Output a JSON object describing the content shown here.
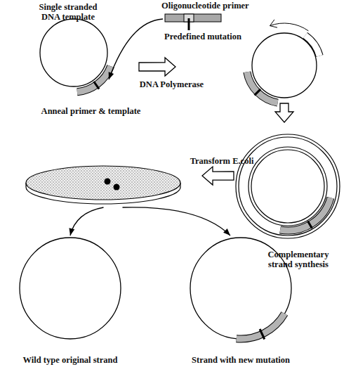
{
  "diagram": {
    "nodes": [
      {
        "text": [
          "Single stranded DNA template"
        ]
      },
      {
        "text": [
          "Oligonucleotide primer",
          "Predefined mutation"
        ]
      },
      {
        "text": []
      },
      {
        "text": [
          "Complementary strand synthesis"
        ]
      },
      {
        "text": []
      },
      {
        "text": [
          "Wild type original strand"
        ]
      },
      {
        "text": [
          "Strand with new mutation"
        ]
      }
    ],
    "edges": [
      {
        "from": 1,
        "to": 0,
        "arrow": "to",
        "label": "Anneal primer & template"
      },
      {
        "from": 0,
        "to": 2,
        "arrow": "to",
        "label": "DNA Polymerase"
      },
      {
        "from": 2,
        "to": 3,
        "arrow": "to"
      },
      {
        "from": 3,
        "to": 4,
        "arrow": "to",
        "label": "Transform E.coli"
      },
      {
        "from": 4,
        "to": 5,
        "arrow": "to"
      },
      {
        "from": 4,
        "to": 6,
        "arrow": "to"
      }
    ]
  }
}
